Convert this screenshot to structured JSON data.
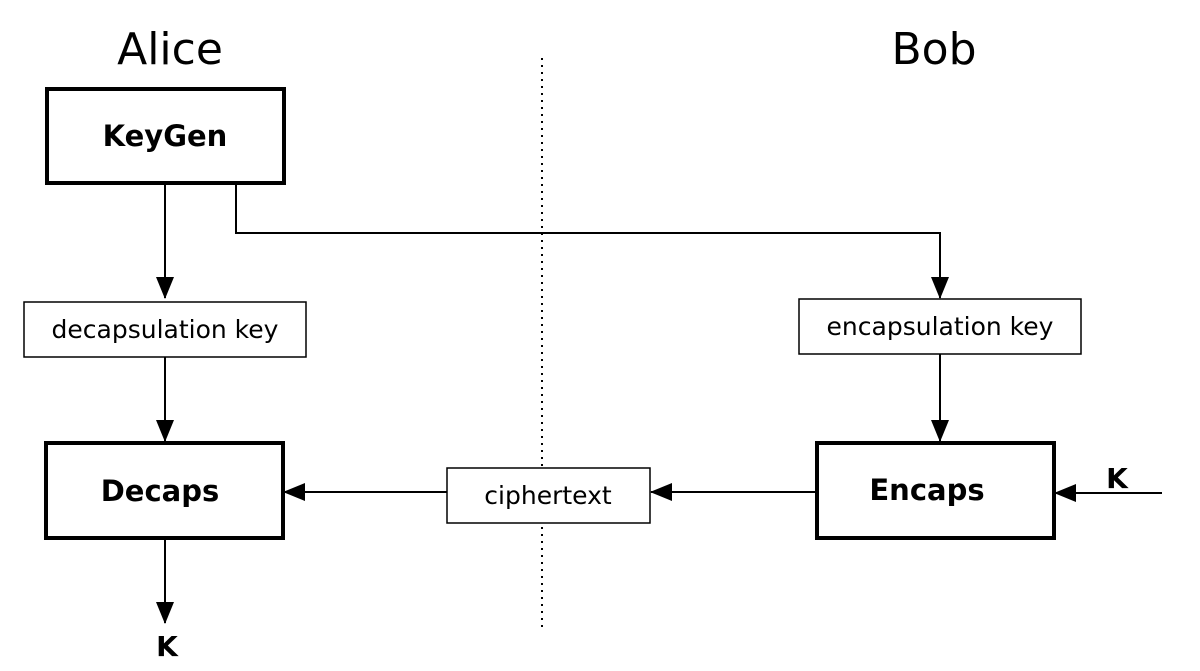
{
  "parties": {
    "alice": "Alice",
    "bob": "Bob"
  },
  "processes": {
    "keygen": "KeyGen",
    "decaps": "Decaps",
    "encaps": "Encaps"
  },
  "data_items": {
    "decapsulation_key": "decapsulation key",
    "encapsulation_key": "encapsulation key",
    "ciphertext": "ciphertext"
  },
  "outputs": {
    "alice_key": "K",
    "bob_key": "K"
  },
  "colors": {
    "stroke": "#000000",
    "background": "#ffffff"
  }
}
